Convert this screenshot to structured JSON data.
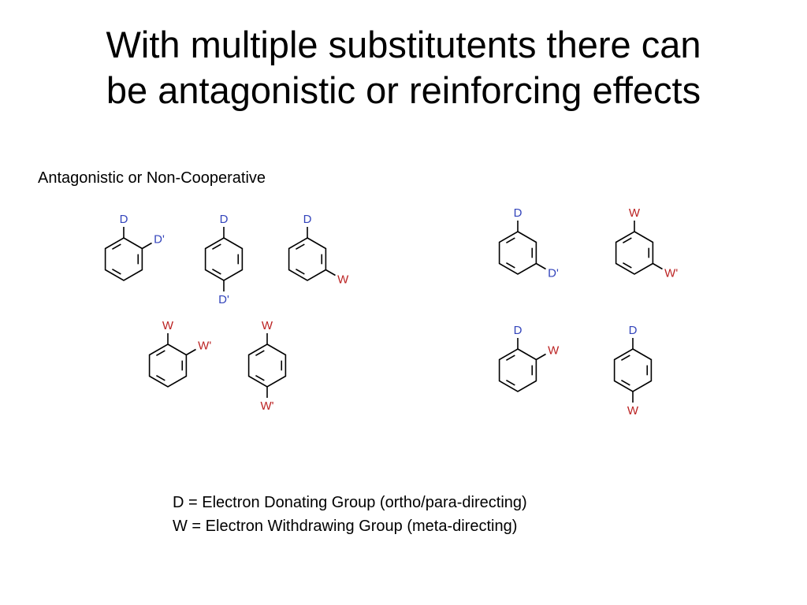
{
  "slide": {
    "title_line1": "With multiple substitutents there can",
    "title_line2": "be antagonistic or reinforcing effects",
    "section_label": "Antagonistic or Non-Cooperative"
  },
  "colors": {
    "donating": "#3344bb",
    "withdrawing": "#bb2222",
    "bond": "#000000"
  },
  "molecules": {
    "antagonistic": [
      {
        "pattern": "ortho",
        "sub1": "D",
        "sub2": "D'"
      },
      {
        "pattern": "para",
        "sub1": "D",
        "sub2": "D'"
      },
      {
        "pattern": "meta",
        "sub1": "D",
        "sub2": "W"
      },
      {
        "pattern": "ortho",
        "sub1": "W",
        "sub2": "W'"
      },
      {
        "pattern": "para",
        "sub1": "W",
        "sub2": "W'"
      }
    ],
    "reinforcing": [
      {
        "pattern": "meta",
        "sub1": "D",
        "sub2": "D'"
      },
      {
        "pattern": "meta",
        "sub1": "W",
        "sub2": "W'"
      },
      {
        "pattern": "ortho",
        "sub1": "D",
        "sub2": "W"
      },
      {
        "pattern": "para",
        "sub1": "D",
        "sub2": "W"
      }
    ]
  },
  "legend": {
    "line1": "D = Electron Donating Group (ortho/para-directing)",
    "line2": "W = Electron Withdrawing Group (meta-directing)"
  }
}
